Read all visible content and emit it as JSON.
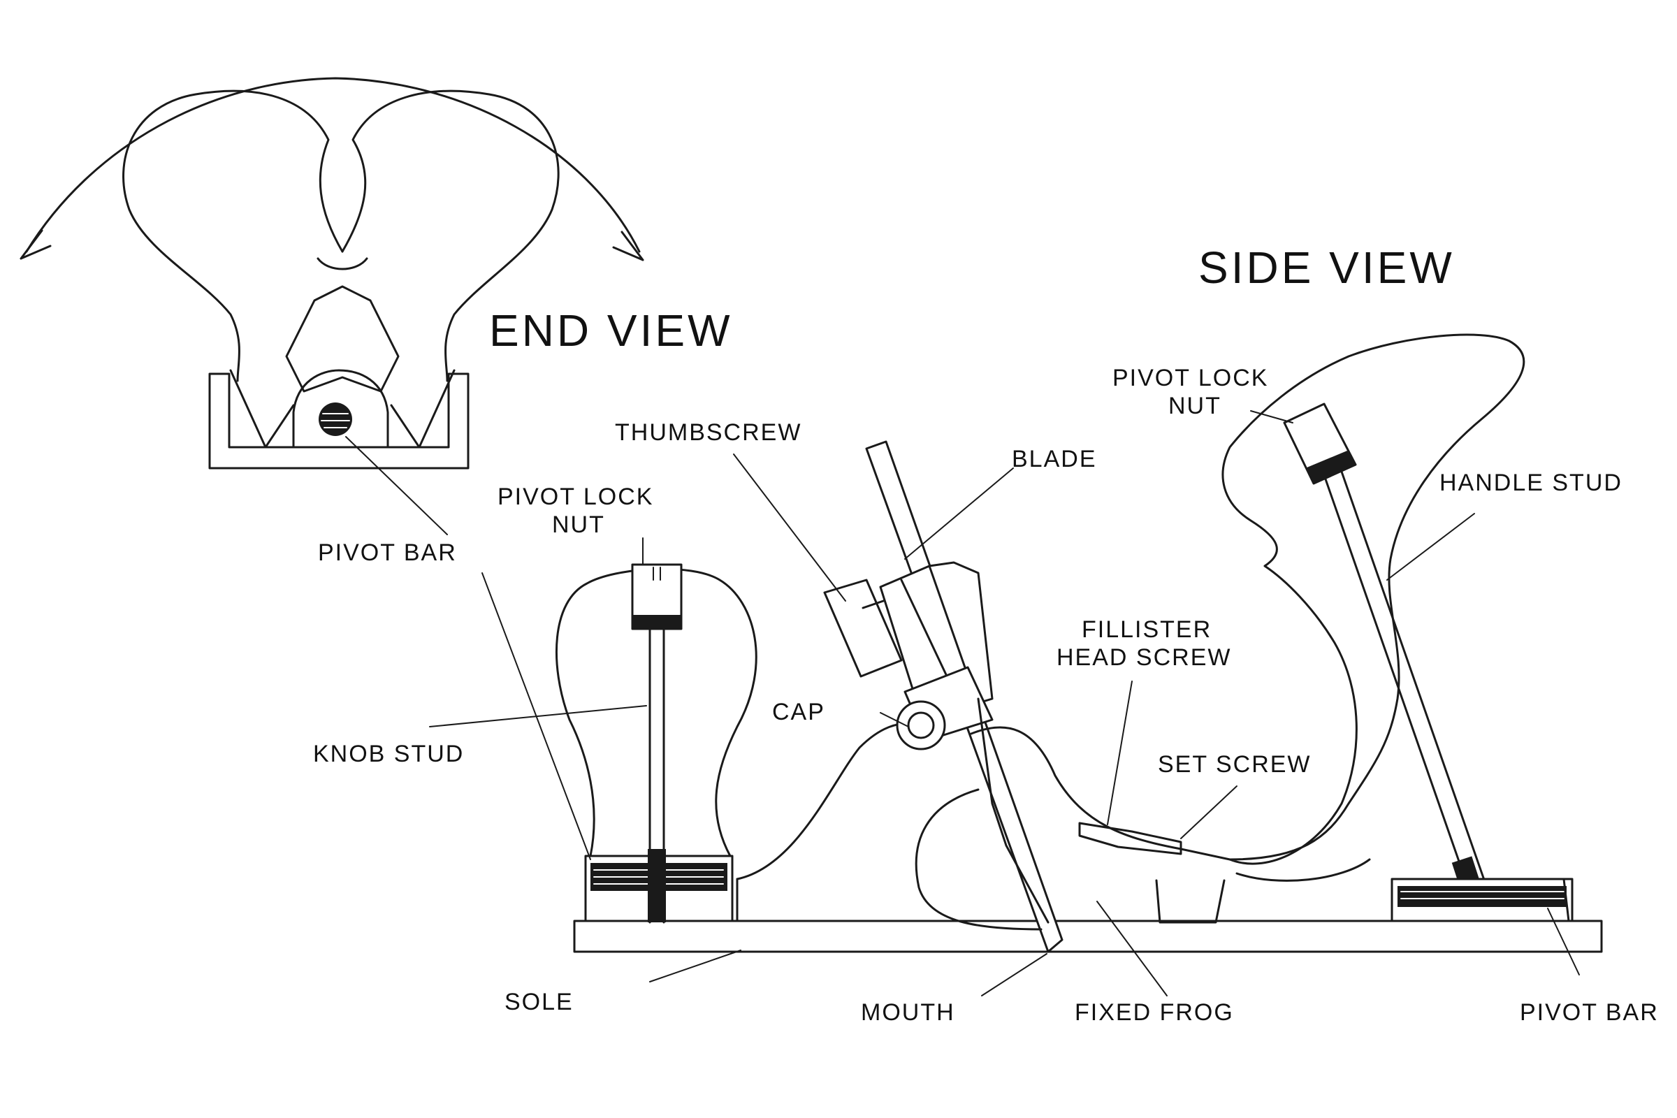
{
  "titles": {
    "end_view": "END VIEW",
    "side_view": "SIDE VIEW"
  },
  "labels": {
    "thumbscrew": "THUMBSCREW",
    "blade": "BLADE",
    "pivot_lock_nut_left_1": "PIVOT LOCK",
    "pivot_lock_nut_left_2": "NUT",
    "pivot_lock_nut_right_1": "PIVOT LOCK",
    "pivot_lock_nut_right_2": "NUT",
    "pivot_bar_left": "PIVOT BAR",
    "handle_stud": "HANDLE STUD",
    "fillister_1": "FILLISTER",
    "fillister_2": "HEAD SCREW",
    "cap": "CAP",
    "knob_stud": "KNOB STUD",
    "set_screw": "SET SCREW",
    "sole": "SOLE",
    "mouth": "MOUTH",
    "fixed_frog": "FIXED FROG",
    "pivot_bar_right": "PIVOT BAR"
  }
}
